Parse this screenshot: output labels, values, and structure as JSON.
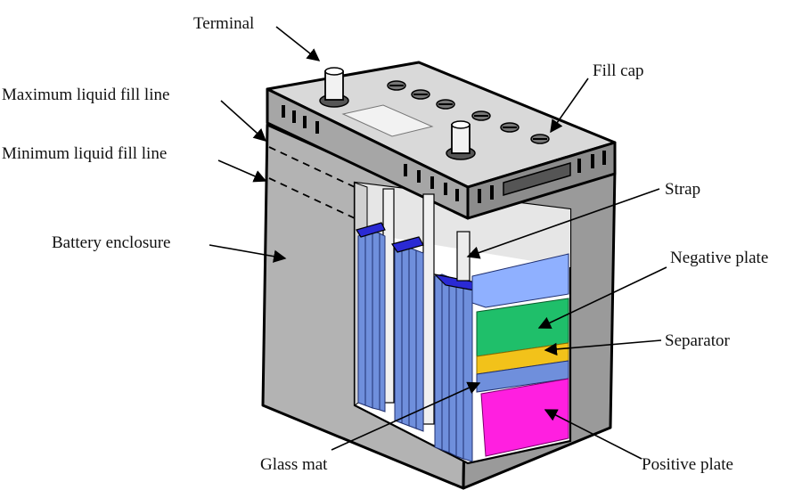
{
  "diagram": {
    "labels": {
      "terminal": "Terminal",
      "max_fill": "Maximum liquid fill line",
      "min_fill": "Minimum liquid fill line",
      "enclosure": "Battery enclosure",
      "fill_cap": "Fill cap",
      "strap": "Strap",
      "negative_plate": "Negative plate",
      "separator": "Separator",
      "glass_mat": "Glass mat",
      "positive_plate": "Positive plate"
    },
    "colors": {
      "case": "#b3b3b3",
      "case_dark": "#8c8c8c",
      "lid_top": "#d9d9d9",
      "interior": "#e6e6e6",
      "plate_blue": "#6f8fdc",
      "plate_blue_light": "#8fb0ff",
      "strap": "#2a2ad4",
      "negative": "#1fbf6a",
      "separator": "#f2c21a",
      "positive": "#ff1fe0"
    }
  }
}
